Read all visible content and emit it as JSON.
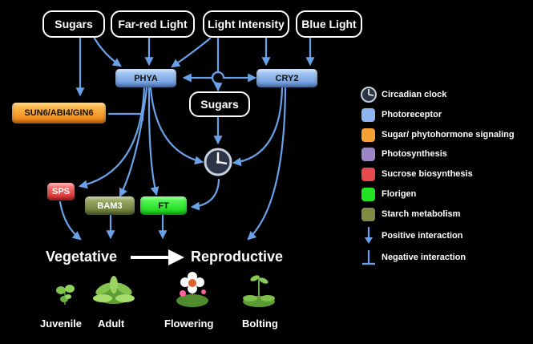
{
  "inputs": {
    "sugars": "Sugars",
    "far_red_light": "Far-red Light",
    "light_intensity": "Light Intensity",
    "blue_light": "Blue Light",
    "sugars_secondary": "Sugars"
  },
  "nodes": {
    "phya": "PHYA",
    "cry2": "CRY2",
    "sun6": "SUN6/ABI4/GIN6",
    "sps": "SPS",
    "bam3": "BAM3",
    "ft": "FT"
  },
  "stages": {
    "vegetative": "Vegetative",
    "reproductive": "Reproductive"
  },
  "plants": {
    "juvenile": "Juvenile",
    "adult": "Adult",
    "flowering": "Flowering",
    "bolting": "Bolting"
  },
  "legend": {
    "circadian_clock": "Circadian clock",
    "photoreceptor": "Photoreceptor",
    "sugar_signaling": "Sugar/ phytohormone signaling",
    "photosynthesis": "Photosynthesis",
    "sucrose_biosynthesis": "Sucrose biosynthesis",
    "florigen": "Florigen",
    "starch_metabolism": "Starch metabolism",
    "positive_interaction": "Positive interaction",
    "negative_interaction": "Negative interaction"
  },
  "colors": {
    "background": "#000000",
    "arrow": "#6aa2ea",
    "photoreceptor": "#8db6ee",
    "sugar_signaling": "#f5a033",
    "photosynthesis": "#9d86c6",
    "sucrose_biosynthesis": "#e64a4a",
    "florigen": "#22e422",
    "starch_metabolism": "#7e8c46"
  }
}
